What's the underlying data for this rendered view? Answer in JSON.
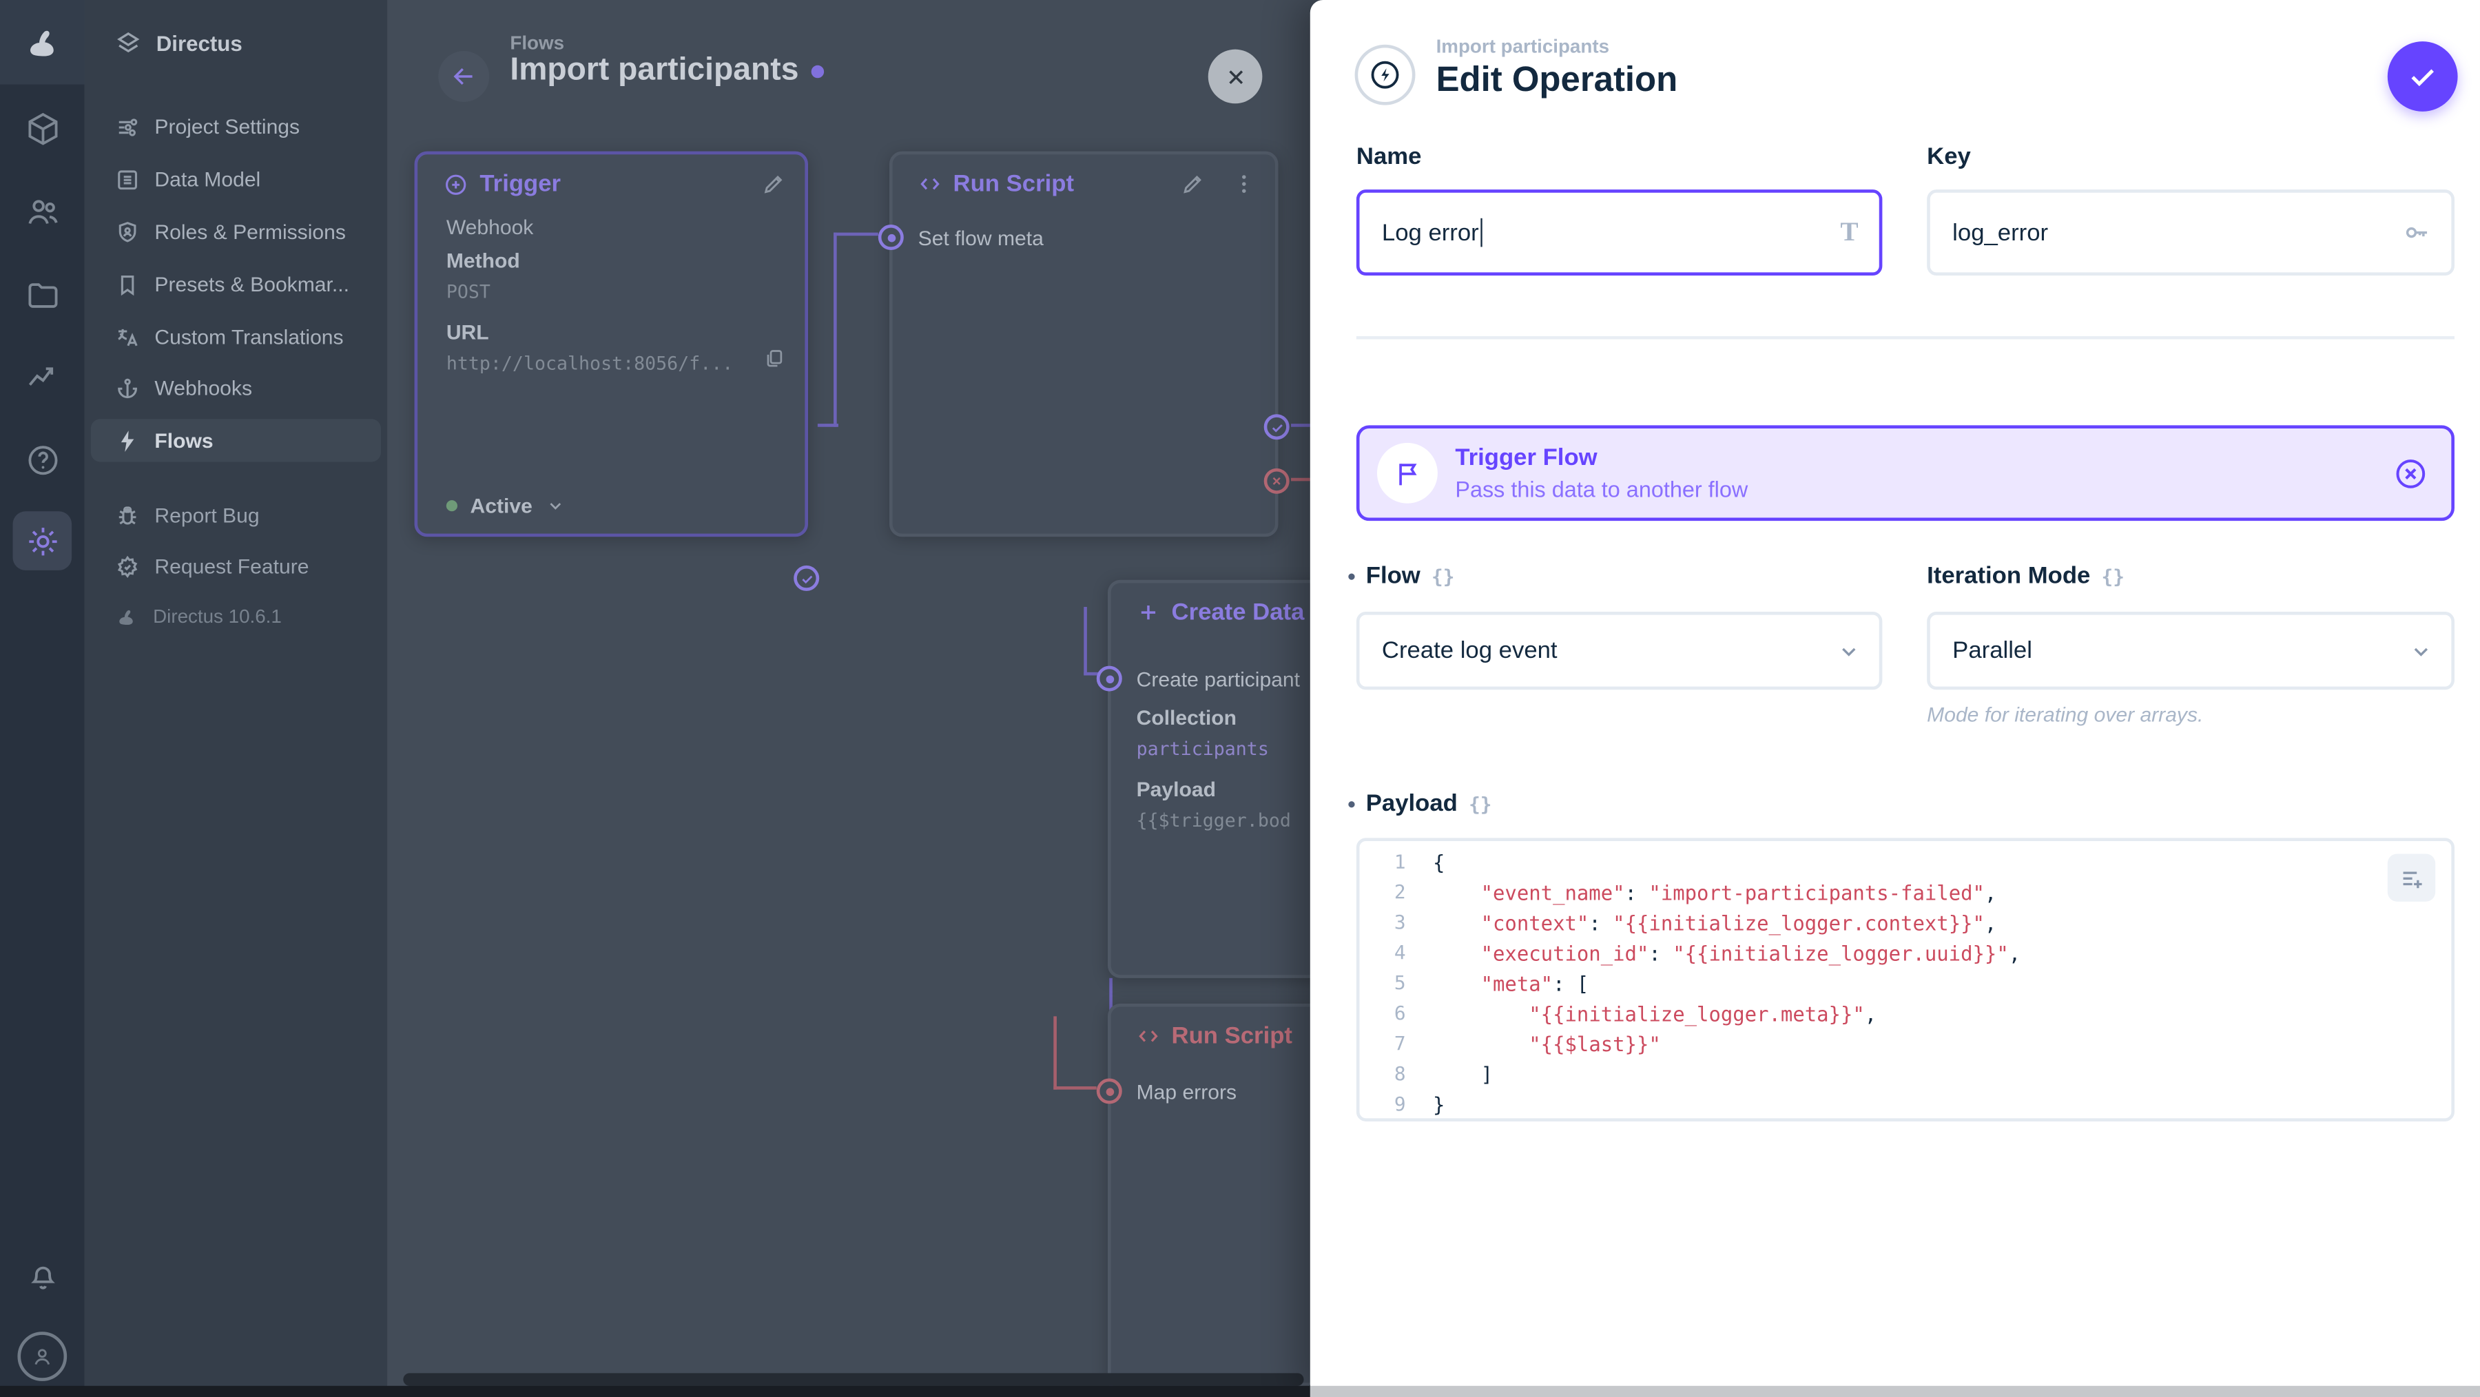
{
  "colors": {
    "primary": "#6644ff",
    "banner_bg": "#ede7ff",
    "code_string": "#cc4a5e",
    "code_punct": "#13293f",
    "dim_purple": "#8b7ce0",
    "dim_red": "#b86a76"
  },
  "module_bar": {
    "modules": [
      "directus-logo",
      "content",
      "users",
      "files",
      "insights",
      "help",
      "settings",
      "notifications",
      "avatar"
    ]
  },
  "nav": {
    "project_name": "Directus",
    "items": [
      {
        "label": "Project Settings"
      },
      {
        "label": "Data Model"
      },
      {
        "label": "Roles & Permissions"
      },
      {
        "label": "Presets & Bookmar..."
      },
      {
        "label": "Custom Translations"
      },
      {
        "label": "Webhooks"
      },
      {
        "label": "Flows"
      }
    ],
    "secondary": [
      {
        "label": "Report Bug"
      },
      {
        "label": "Request Feature"
      }
    ],
    "version": "Directus 10.6.1"
  },
  "flow": {
    "breadcrumb": "Flows",
    "title": "Import participants",
    "trigger_card": {
      "title": "Trigger",
      "type": "Webhook",
      "method_label": "Method",
      "method_value": "POST",
      "url_label": "URL",
      "url_value": "http://localhost:8056/f...",
      "status": "Active"
    },
    "run_script_card": {
      "title": "Run Script",
      "name": "Set flow meta"
    },
    "create_data_card": {
      "title": "Create Data",
      "name": "Create participant",
      "collection_label": "Collection",
      "collection_value": "participants",
      "payload_label": "Payload",
      "payload_value": "{{$trigger.bod"
    },
    "map_errors_card": {
      "title": "Run Script",
      "name": "Map errors"
    }
  },
  "drawer": {
    "breadcrumb": "Import participants",
    "title": "Edit Operation",
    "icons": {
      "title_formatter": "T",
      "raw": "{}"
    },
    "name_field": {
      "label": "Name",
      "value": "Log error"
    },
    "key_field": {
      "label": "Key",
      "value": "log_error"
    },
    "banner": {
      "title": "Trigger Flow",
      "subtitle": "Pass this data to another flow"
    },
    "flow_field": {
      "label": "Flow",
      "value": "Create log event"
    },
    "iteration_field": {
      "label": "Iteration Mode",
      "value": "Parallel",
      "note": "Mode for iterating over arrays."
    },
    "payload_field": {
      "label": "Payload"
    },
    "code": {
      "lines": [
        {
          "n": "1",
          "tokens": [
            [
              "p",
              "{"
            ]
          ]
        },
        {
          "n": "2",
          "tokens": [
            [
              "p",
              "    "
            ],
            [
              "s",
              "\"event_name\""
            ],
            [
              "p",
              ": "
            ],
            [
              "s",
              "\"import-participants-failed\""
            ],
            [
              "p",
              ","
            ]
          ]
        },
        {
          "n": "3",
          "tokens": [
            [
              "p",
              "    "
            ],
            [
              "s",
              "\"context\""
            ],
            [
              "p",
              ": "
            ],
            [
              "s",
              "\"{{initialize_logger.context}}\""
            ],
            [
              "p",
              ","
            ]
          ]
        },
        {
          "n": "4",
          "tokens": [
            [
              "p",
              "    "
            ],
            [
              "s",
              "\"execution_id\""
            ],
            [
              "p",
              ": "
            ],
            [
              "s",
              "\"{{initialize_logger.uuid}}\""
            ],
            [
              "p",
              ","
            ]
          ]
        },
        {
          "n": "5",
          "tokens": [
            [
              "p",
              "    "
            ],
            [
              "s",
              "\"meta\""
            ],
            [
              "p",
              ": ["
            ]
          ]
        },
        {
          "n": "6",
          "tokens": [
            [
              "p",
              "        "
            ],
            [
              "s",
              "\"{{initialize_logger.meta}}\""
            ],
            [
              "p",
              ","
            ]
          ]
        },
        {
          "n": "7",
          "tokens": [
            [
              "p",
              "        "
            ],
            [
              "s",
              "\"{{$last}}\""
            ]
          ]
        },
        {
          "n": "8",
          "tokens": [
            [
              "p",
              "    "
            ],
            [
              "p",
              "]"
            ]
          ]
        },
        {
          "n": "9",
          "tokens": [
            [
              "p",
              "}"
            ]
          ]
        }
      ]
    }
  }
}
